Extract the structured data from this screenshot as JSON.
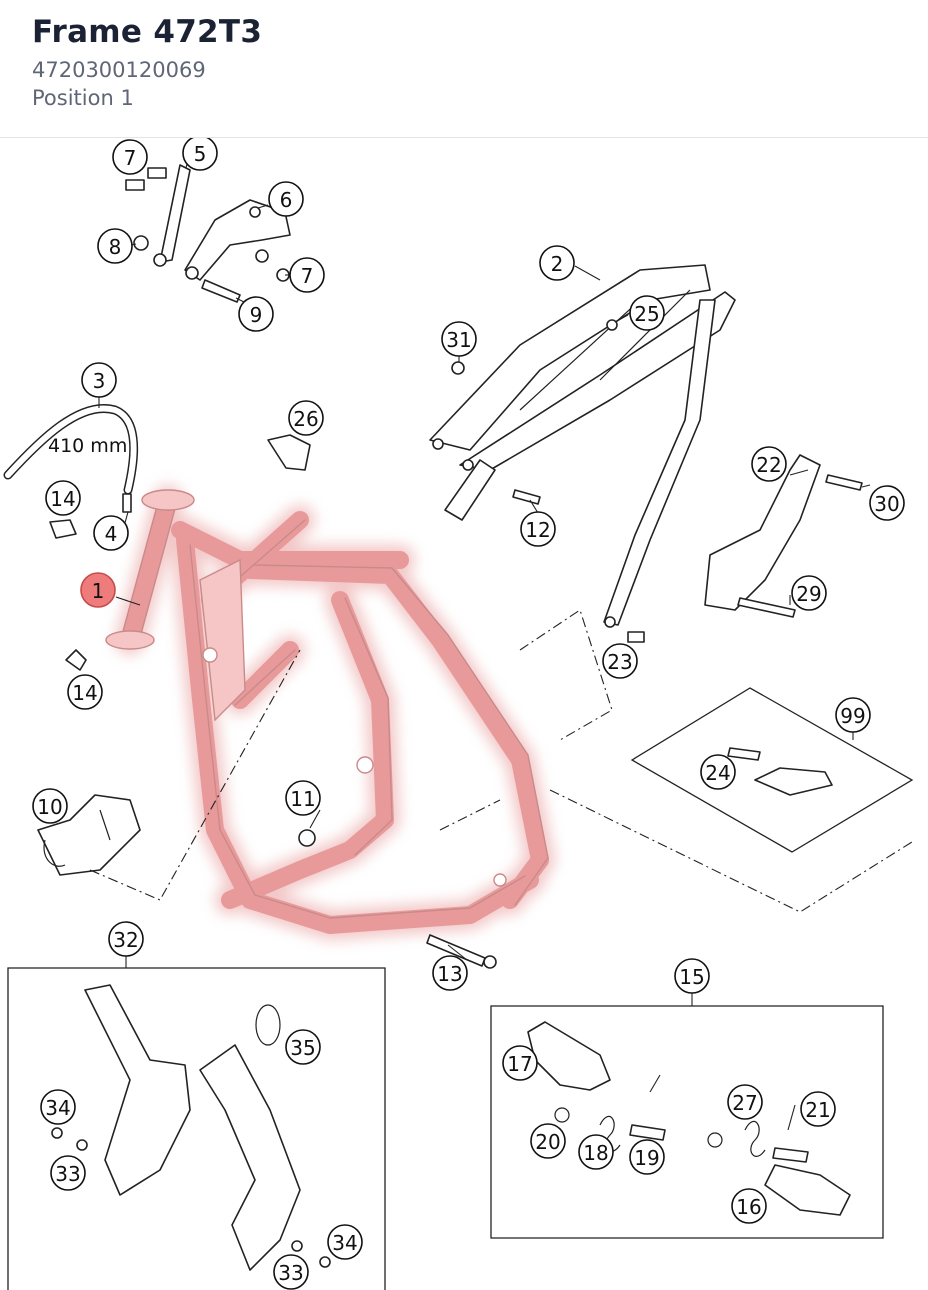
{
  "header": {
    "title": "Frame 472T3",
    "part_number": "4720300120069",
    "position": "Position 1"
  },
  "diagram": {
    "dimension_label": "410 mm",
    "highlighted_callout": "1",
    "highlight_color": "#ef7c7c",
    "callouts": [
      {
        "label": "1",
        "highlighted": true
      },
      {
        "label": "2"
      },
      {
        "label": "3"
      },
      {
        "label": "4"
      },
      {
        "label": "5"
      },
      {
        "label": "6"
      },
      {
        "label": "7"
      },
      {
        "label": "7"
      },
      {
        "label": "8"
      },
      {
        "label": "9"
      },
      {
        "label": "10"
      },
      {
        "label": "11"
      },
      {
        "label": "12"
      },
      {
        "label": "13"
      },
      {
        "label": "14"
      },
      {
        "label": "14"
      },
      {
        "label": "15"
      },
      {
        "label": "16"
      },
      {
        "label": "17"
      },
      {
        "label": "18"
      },
      {
        "label": "19"
      },
      {
        "label": "20"
      },
      {
        "label": "21"
      },
      {
        "label": "22"
      },
      {
        "label": "23"
      },
      {
        "label": "24"
      },
      {
        "label": "25"
      },
      {
        "label": "26"
      },
      {
        "label": "27"
      },
      {
        "label": "29"
      },
      {
        "label": "30"
      },
      {
        "label": "31"
      },
      {
        "label": "32"
      },
      {
        "label": "33"
      },
      {
        "label": "33"
      },
      {
        "label": "34"
      },
      {
        "label": "34"
      },
      {
        "label": "35"
      },
      {
        "label": "99"
      }
    ]
  }
}
